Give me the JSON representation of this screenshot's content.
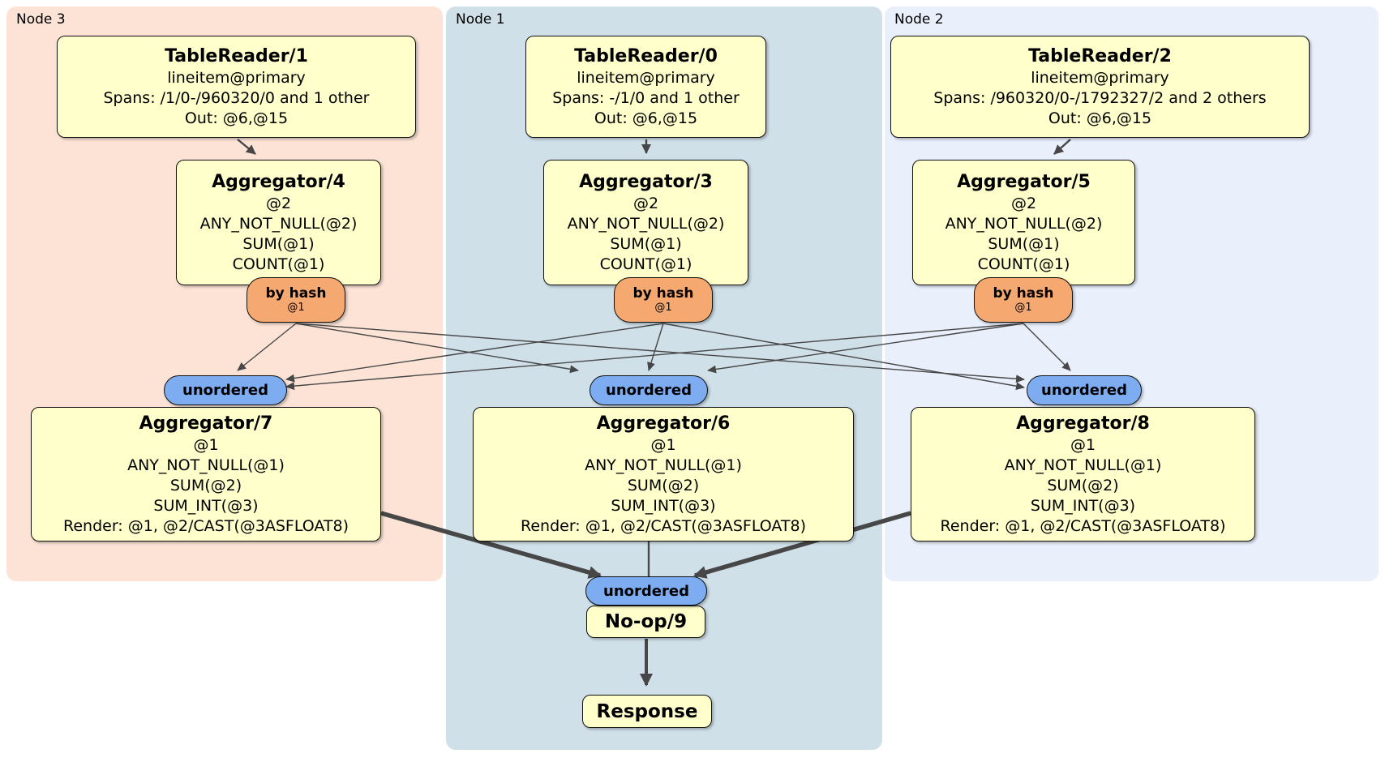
{
  "regions": [
    {
      "label": "Node 3"
    },
    {
      "label": "Node 1"
    },
    {
      "label": "Node 2"
    }
  ],
  "processors": [
    {
      "id": "tr1",
      "title": "TableReader/1",
      "lines": [
        "lineitem@primary",
        "Spans: /1/0-/960320/0 and 1 other",
        "Out: @6,@15"
      ]
    },
    {
      "id": "tr0",
      "title": "TableReader/0",
      "lines": [
        "lineitem@primary",
        "Spans: -/1/0 and 1 other",
        "Out: @6,@15"
      ]
    },
    {
      "id": "tr2",
      "title": "TableReader/2",
      "lines": [
        "lineitem@primary",
        "Spans: /960320/0-/1792327/2 and 2 others",
        "Out: @6,@15"
      ]
    },
    {
      "id": "agg4",
      "title": "Aggregator/4",
      "lines": [
        "@2",
        "ANY_NOT_NULL(@2)",
        "SUM(@1)",
        "COUNT(@1)"
      ]
    },
    {
      "id": "agg3",
      "title": "Aggregator/3",
      "lines": [
        "@2",
        "ANY_NOT_NULL(@2)",
        "SUM(@1)",
        "COUNT(@1)"
      ]
    },
    {
      "id": "agg5",
      "title": "Aggregator/5",
      "lines": [
        "@2",
        "ANY_NOT_NULL(@2)",
        "SUM(@1)",
        "COUNT(@1)"
      ]
    },
    {
      "id": "agg7",
      "title": "Aggregator/7",
      "lines": [
        "@1",
        "ANY_NOT_NULL(@1)",
        "SUM(@2)",
        "SUM_INT(@3)",
        "Render: @1, @2/CAST(@3ASFLOAT8)"
      ]
    },
    {
      "id": "agg6",
      "title": "Aggregator/6",
      "lines": [
        "@1",
        "ANY_NOT_NULL(@1)",
        "SUM(@2)",
        "SUM_INT(@3)",
        "Render: @1, @2/CAST(@3ASFLOAT8)"
      ]
    },
    {
      "id": "agg8",
      "title": "Aggregator/8",
      "lines": [
        "@1",
        "ANY_NOT_NULL(@1)",
        "SUM(@2)",
        "SUM_INT(@3)",
        "Render: @1, @2/CAST(@3ASFLOAT8)"
      ]
    },
    {
      "id": "noop9",
      "title": "No-op/9",
      "lines": []
    },
    {
      "id": "response",
      "title": "Response",
      "lines": []
    }
  ],
  "streams": {
    "by_hash_label": "by hash",
    "by_hash_sub": "@1",
    "unordered_label": "unordered"
  },
  "colors": {
    "node3_bg": "#fce3d6",
    "node1_bg": "#d0e0e9",
    "node2_bg": "#e9effb",
    "processor_fill": "#ffffcc",
    "router_fill": "#f6a871",
    "sync_fill": "#7dacf0",
    "edge": "#474747"
  }
}
